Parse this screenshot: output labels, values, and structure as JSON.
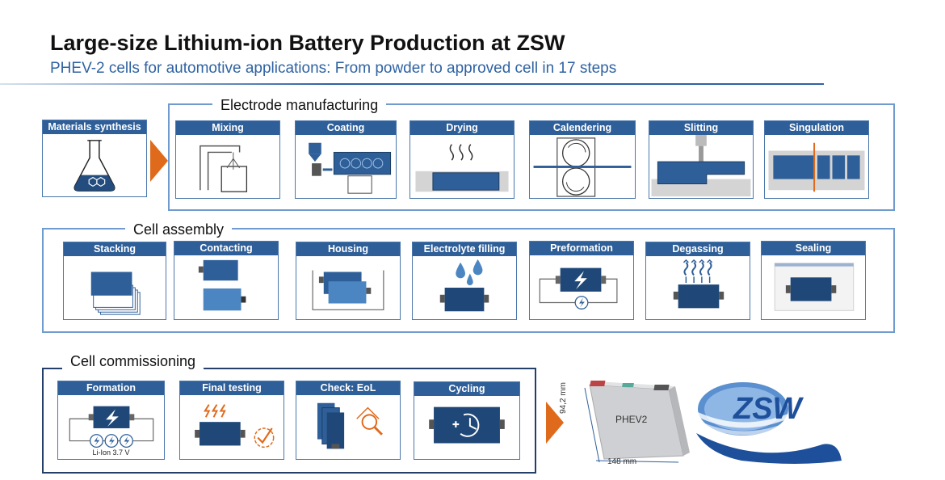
{
  "header": {
    "title": "Large-size Lithium-ion Battery Production at ZSW",
    "subtitle": "PHEV-2 cells for automotive applications: From powder to approved cell in 17 steps"
  },
  "colors": {
    "primary": "#2f5f98",
    "dark": "#1f4878",
    "accent": "#e06a1b",
    "frame": "#6f9bcf"
  },
  "materials": {
    "label": "Materials synthesis",
    "icon": "flask-icon"
  },
  "sections": {
    "electrode": {
      "label": "Electrode manufacturing",
      "steps": [
        {
          "label": "Mixing",
          "icon": "mixer-icon"
        },
        {
          "label": "Coating",
          "icon": "coater-icon"
        },
        {
          "label": "Drying",
          "icon": "heat-icon"
        },
        {
          "label": "Calendering",
          "icon": "rollers-icon"
        },
        {
          "label": "Slitting",
          "icon": "blade-icon"
        },
        {
          "label": "Singulation",
          "icon": "cutting-icon"
        }
      ]
    },
    "assembly": {
      "label": "Cell assembly",
      "steps": [
        {
          "label": "Stacking",
          "icon": "stack-icon"
        },
        {
          "label": "Contacting",
          "icon": "tab-weld-icon"
        },
        {
          "label": "Housing",
          "icon": "housing-icon"
        },
        {
          "label": "Electrolyte filling",
          "icon": "droplet-icon"
        },
        {
          "label": "Preformation",
          "icon": "lightning-icon"
        },
        {
          "label": "Degassing",
          "icon": "gas-icon"
        },
        {
          "label": "Sealing",
          "icon": "seal-icon"
        }
      ]
    },
    "commissioning": {
      "label": "Cell commissioning",
      "steps": [
        {
          "label": "Formation",
          "icon": "lightning-icon",
          "note": "Li-Ion 3.7 V"
        },
        {
          "label": "Final testing",
          "icon": "check-gear-icon"
        },
        {
          "label": "Check: EoL",
          "icon": "magnifier-icon"
        },
        {
          "label": "Cycling",
          "icon": "cycle-clock-icon"
        }
      ]
    }
  },
  "product": {
    "name": "PHEV2",
    "height": "94,2 mm",
    "width": "148 mm"
  },
  "logo": {
    "text": "ZSW"
  }
}
